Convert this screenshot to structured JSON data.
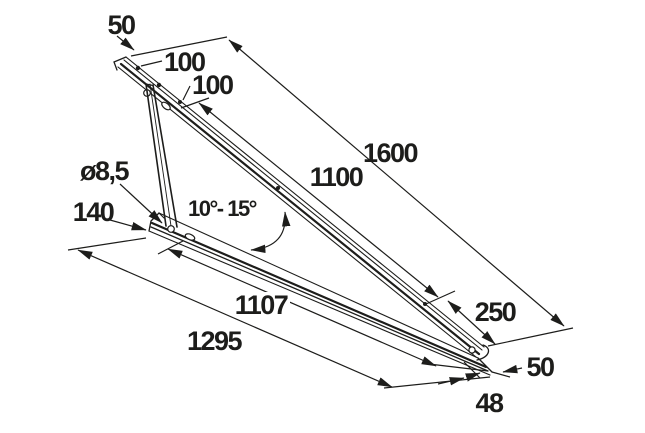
{
  "drawing": {
    "description": "isometric dimension drawing of a solar mounting triangle bracket",
    "colors": {
      "line": "#1d1d1b",
      "background": "#ffffff"
    },
    "labels": {
      "rail_top_offset": "50",
      "rail_spacing_a": "100",
      "rail_spacing_b": "100",
      "rail_total_length": "1600",
      "rail_hole_span": "1100",
      "rail_bottom_span": "250",
      "hole_diameter": "ø8,5",
      "base_left_offset": "140",
      "tilt_angle_range": "10°- 15°",
      "base_hole_span": "1107",
      "base_total_length": "1295",
      "base_end_offset": "50",
      "base_end_width": "48"
    }
  }
}
